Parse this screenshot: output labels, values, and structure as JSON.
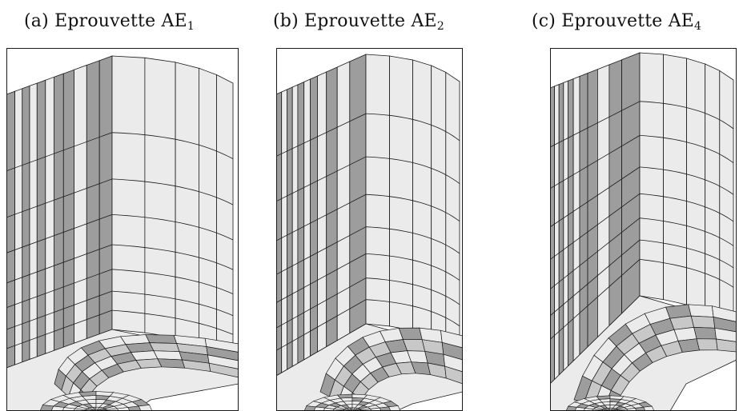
{
  "figure": {
    "panels": [
      {
        "id": "a",
        "prefix": "(a) Eprouvette AE",
        "sub": "1"
      },
      {
        "id": "b",
        "prefix": "(b) Eprouvette AE",
        "sub": "2"
      },
      {
        "id": "c",
        "prefix": "(c) Eprouvette AE",
        "sub": "4"
      }
    ],
    "colors": {
      "light_face": "#ebebeb",
      "dark_face": "#9d9d9d",
      "mid_face": "#c8c8c8",
      "edge": "#1a1a1a",
      "background": "#ffffff"
    }
  }
}
